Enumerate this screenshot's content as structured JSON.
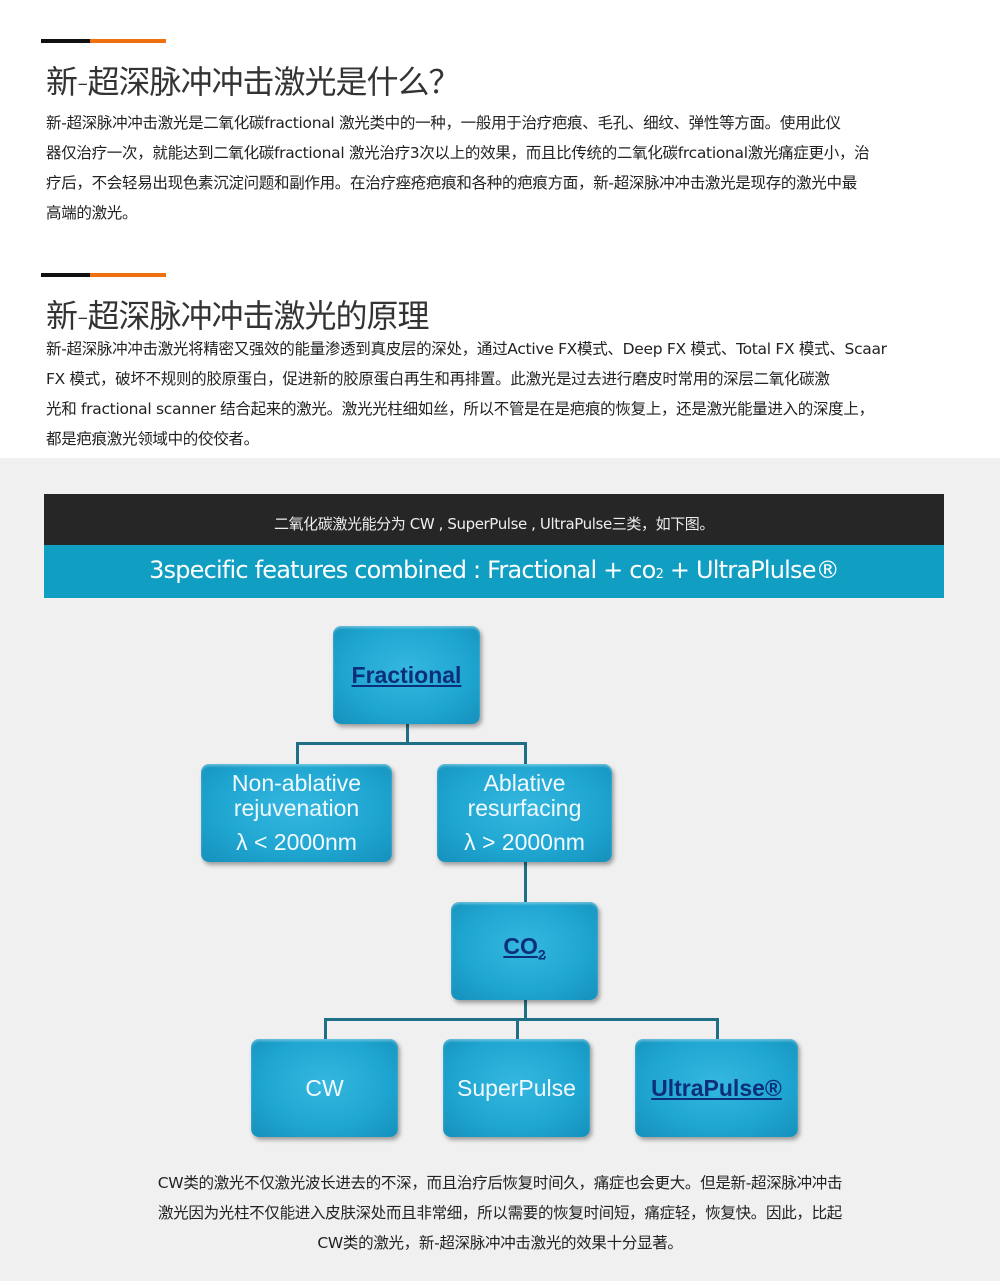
{
  "section1": {
    "title": "新-超深脉冲冲击激光是什么？",
    "lines": [
      "新-超深脉冲冲击激光是二氧化碳fractional 激光类中的一种，一般用于治疗疤痕、毛孔、细纹、弹性等方面。使用此仪",
      "器仅治疗一次，就能达到二氧化碳fractional 激光治疗3次以上的效果，而且比传统的二氧化碳frcational激光痛症更小，治",
      "疗后，不会轻易出现色素沉淀问题和副作用。在治疗痤疮疤痕和各种的疤痕方面，新-超深脉冲冲击激光是现存的激光中最",
      "高端的激光。"
    ]
  },
  "section2": {
    "title": "新-超深脉冲冲击激光的原理",
    "lines": [
      "新-超深脉冲冲击激光将精密又强效的能量渗透到真皮层的深处，通过Active  FX模式、Deep FX 模式、Total FX 模式、Scaar",
      "FX 模式，破坏不规则的胶原蛋白，促进新的胶原蛋白再生和再排置。此激光是过去进行磨皮时常用的深层二氧化碳激",
      "光和  fractional scanner 结合起来的激光。激光光柱细如丝，所以不管是在是疤痕的恢复上，还是激光能量进入的深度上，",
      "都是疤痕激光领域中的佼佼者。"
    ]
  },
  "banner": {
    "subtitle": "二氧化碳激光能分为  CW , SuperPulse , UltraPulse三类，如下图。",
    "headline_pre": "3specific features combined : Fractional + co",
    "headline_sub": "2",
    "headline_post": " + UltraPlulse®"
  },
  "diagram": {
    "root": "Fractional",
    "non_ablative": [
      "Non-ablative",
      "rejuvenation",
      "λ < 2000nm"
    ],
    "ablative": [
      "Ablative",
      "resurfacing",
      "λ > 2000nm"
    ],
    "co2": "CO",
    "co2_sub": "2",
    "cw": "CW",
    "superpulse": "SuperPulse",
    "ultrapulse": "UltraPulse®"
  },
  "summary": [
    "CW类的激光不仅激光波长进去的不深，而且治疗后恢复时间久，痛症也会更大。但是新-超深脉冲冲击",
    "激光因为光柱不仅能进入皮肤深处而且非常细，所以需要的恢复时间短，痛症轻，恢复快。因此，比起",
    "CW类的激光，新-超深脉冲冲击激光的效果十分显著。"
  ],
  "colors": {
    "accent_orange": "#f07010",
    "accent_black": "#111111",
    "banner_blue": "#119ec3",
    "banner_dark": "#262626"
  }
}
